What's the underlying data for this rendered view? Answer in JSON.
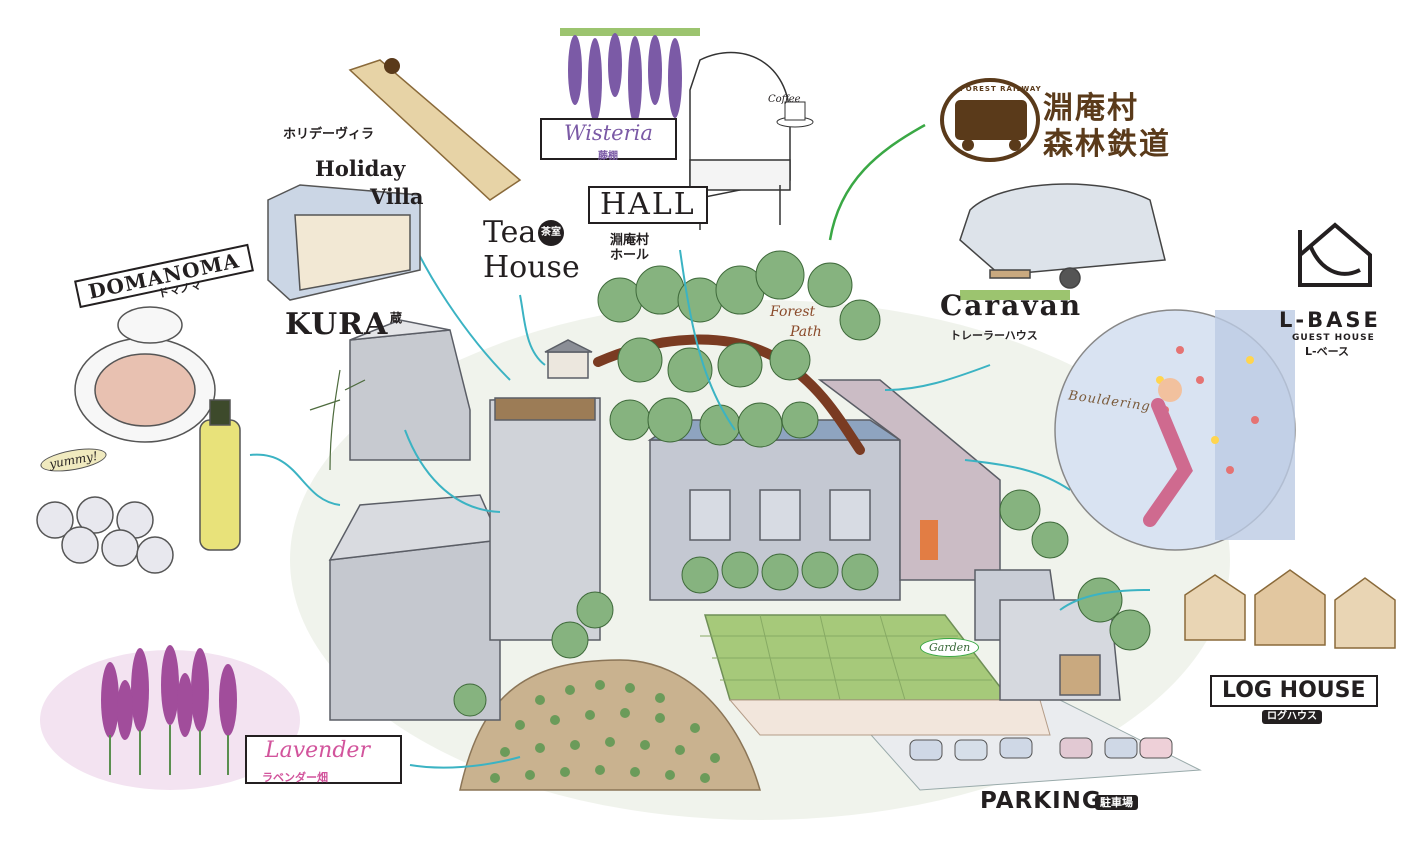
{
  "map": {
    "locations": [
      {
        "key": "holiday_villa",
        "kana": "ホリデーヴィラ",
        "name_line1": "Holiday",
        "name_line2": "Villa"
      },
      {
        "key": "domanoma",
        "name": "DOMANOMA",
        "kana": "ドマノマ"
      },
      {
        "key": "kura",
        "name": "KURA",
        "kanji": "蔵"
      },
      {
        "key": "tea_house",
        "name_line1": "Tea",
        "name_line2": "House",
        "kanji": "茶室"
      },
      {
        "key": "wisteria",
        "name": "Wisteria",
        "kanji": "藤棚"
      },
      {
        "key": "hall",
        "name": "HALL",
        "jp_line1": "淵庵村",
        "jp_line2": "ホール"
      },
      {
        "key": "forest_railway",
        "badge": "FOREST RAILWAY",
        "jp_line1": "淵庵村",
        "jp_line2": "森林鉄道"
      },
      {
        "key": "caravan",
        "name": "Caravan",
        "kana": "トレーラーハウス"
      },
      {
        "key": "l_base",
        "name": "L-BASE",
        "sub": "GUEST HOUSE",
        "kana": "L-ベース"
      },
      {
        "key": "bouldering",
        "name": "Bouldering"
      },
      {
        "key": "forest_path",
        "name_line1": "Forest",
        "name_line2": "Path"
      },
      {
        "key": "garden",
        "name": "Garden"
      },
      {
        "key": "log_house",
        "name": "LOG HOUSE",
        "kana": "ログハウス"
      },
      {
        "key": "lavender",
        "name": "Lavender",
        "kana": "ラベンダー畑"
      },
      {
        "key": "parking",
        "name": "PARKING",
        "kanji": "駐車場"
      }
    ],
    "decor": {
      "yummy": "yummy!",
      "coffee": "Coffee"
    },
    "colors": {
      "arrow_teal": "#3bb3c3",
      "arrow_green": "#3aa845",
      "lavender": "#a14d9b",
      "wisteria": "#7b5aa6",
      "brown": "#5a3a1a",
      "tree": "#7fae7a",
      "lawn": "#9cc46f",
      "building": "#b9bcc6",
      "ink": "#231f20"
    }
  }
}
